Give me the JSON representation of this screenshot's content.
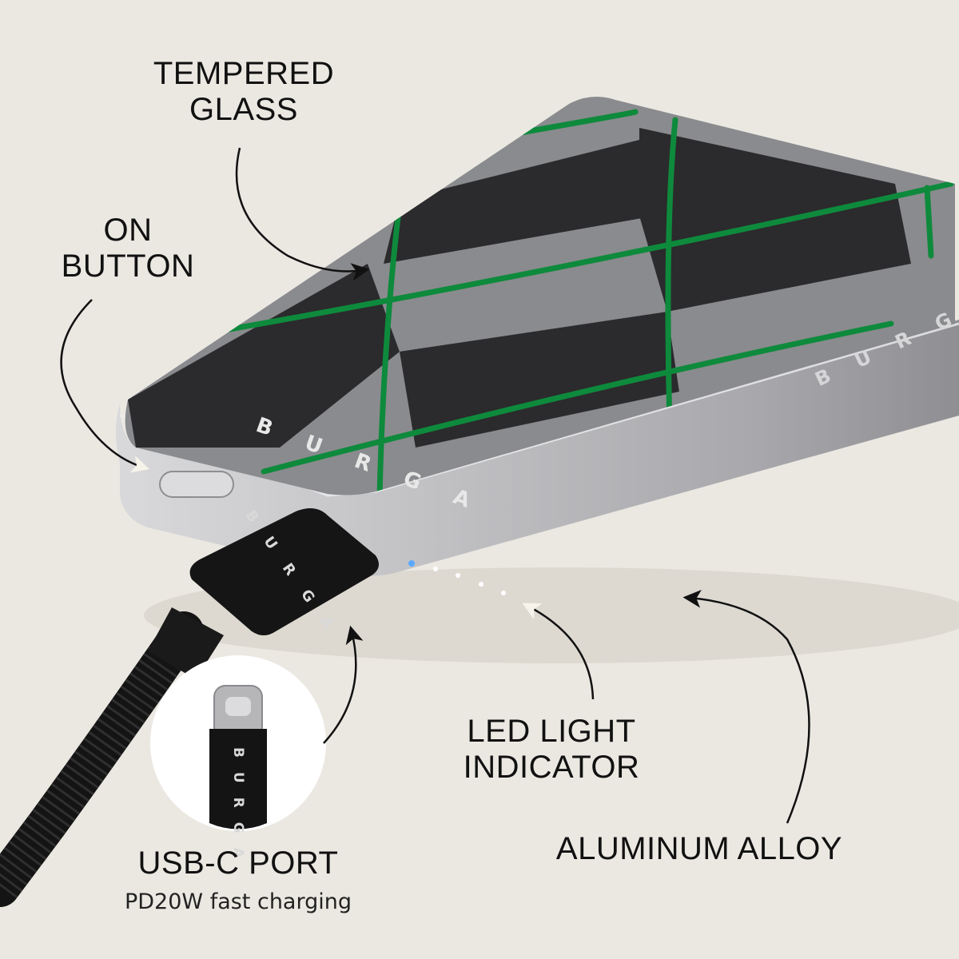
{
  "labels": {
    "tempered_glass": [
      "TEMPERED",
      "GLASS"
    ],
    "on_button": [
      "ON",
      "BUTTON"
    ],
    "led_indicator": [
      "LED LIGHT",
      "INDICATOR"
    ],
    "aluminum_alloy": "ALUMINUM ALLOY",
    "usb_c_port": "USB-C PORT",
    "usb_c_sub": "PD20W fast charging"
  },
  "brand": "B U R G A",
  "brand_vertical": "B U R G A",
  "colors": {
    "background": "#ebe8e2",
    "glass_dark": "#2b2a2c",
    "glass_grey": "#8a8b8e",
    "stripe_green": "#0e8a3c",
    "aluminum": "#c9c9cb",
    "cable": "#141414",
    "led": "#5aa9ff"
  },
  "icons": {
    "pointer_arrows": "curved-arrow-icon",
    "led_dots": "led-dot-icon"
  }
}
